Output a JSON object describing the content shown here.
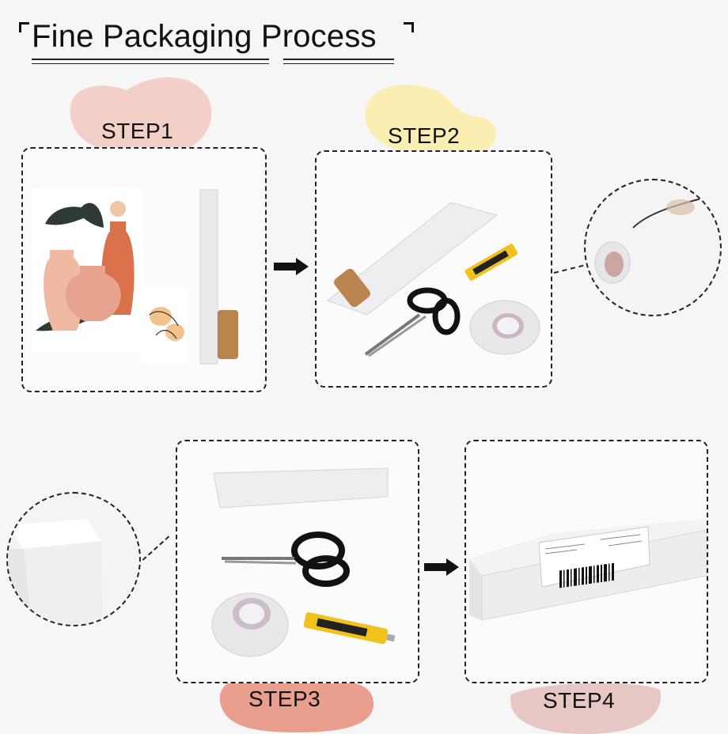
{
  "title": "Fine Packaging Process",
  "steps": [
    {
      "label": "STEP1",
      "blob_color": "#f2d0c8"
    },
    {
      "label": "STEP2",
      "blob_color": "#fbeeb2"
    },
    {
      "label": "STEP3",
      "blob_color": "#e99e8e"
    },
    {
      "label": "STEP4",
      "blob_color": "#e6c7c4"
    }
  ],
  "icons": [
    "arrow-right-icon",
    "scissors-icon",
    "utility-knife-icon",
    "tape-roll-icon",
    "barcode-icon"
  ],
  "colors": {
    "accent_terracotta": "#d9714a",
    "peach": "#f0b9a2",
    "dark_leaf": "#2f3a36",
    "kraft": "#b9844d",
    "knife_yellow": "#f1c21b"
  }
}
